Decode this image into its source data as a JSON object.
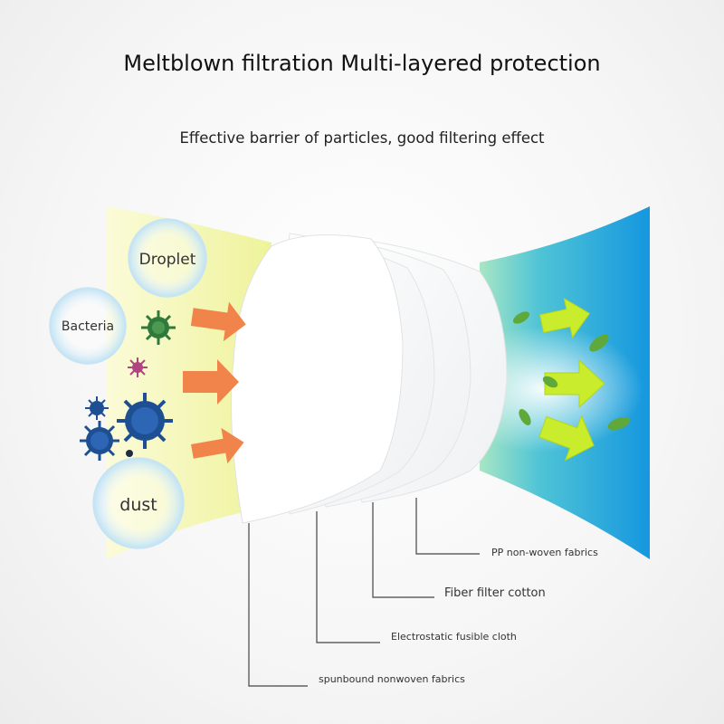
{
  "heading": {
    "title": "Meltblown filtration Multi-layered protection",
    "subtitle": "Effective barrier of particles, good filtering effect"
  },
  "particles": [
    {
      "label": "Droplet"
    },
    {
      "label": "Bacteria"
    },
    {
      "label": "dust"
    }
  ],
  "layers": [
    {
      "label": "PP non-woven fabrics"
    },
    {
      "label": "Fiber filter cotton"
    },
    {
      "label": "Electrostatic fusible cloth"
    },
    {
      "label": "spunbound nonwoven fabrics"
    }
  ],
  "colors": {
    "incoming_air": "#f4f3a8",
    "outgoing_air": "#1fa3e0",
    "outgoing_air_light": "#7fd6c5",
    "inbound_arrow": "#f0844a",
    "outbound_arrow": "#c6ec2a",
    "bubble": "#cfe8f6",
    "virus": "#1f4f93",
    "germ_green": "#2f7a3a",
    "germ_pink": "#b0457f",
    "leaf": "#5fa83a",
    "leader_line": "#444444"
  }
}
